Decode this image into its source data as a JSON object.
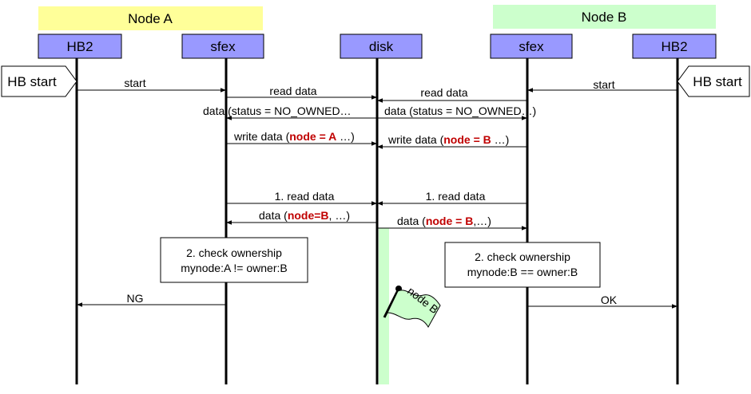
{
  "nodes": {
    "a": {
      "label": "Node A",
      "color": "#ffff99"
    },
    "b": {
      "label": "Node B",
      "color": "#ccffcc"
    }
  },
  "participants": [
    {
      "id": "hb2-a",
      "label": "HB2"
    },
    {
      "id": "sfex-a",
      "label": "sfex"
    },
    {
      "id": "disk",
      "label": "disk"
    },
    {
      "id": "sfex-b",
      "label": "sfex"
    },
    {
      "id": "hb2-b",
      "label": "HB2"
    }
  ],
  "participant_color": "#9999ff",
  "accent_red": "#c00000",
  "lock_bar_color": "#ccffcc",
  "hb_start_left": "HB start",
  "hb_start_right": "HB start",
  "messages": {
    "start_a": "start",
    "start_b": "start",
    "read_a": "read data",
    "read_b": "read data",
    "data_a": "data (status = NO_OWNED…",
    "data_b": "data (status = NO_OWNED…)",
    "write_a_pre": "write data (",
    "write_a_red": "node = A",
    "write_a_post": " …)",
    "write_b_pre": "write data (",
    "write_b_red": "node = B",
    "write_b_post": " …)",
    "read2_a": "1. read data",
    "read2_b": "1. read data",
    "data2_a_pre": "data (",
    "data2_a_red": "node=B",
    "data2_a_post": ", …)",
    "data2_b_pre": "data (",
    "data2_b_red": "node = B",
    "data2_b_post": ",…)",
    "ng": "NG",
    "ok": "OK"
  },
  "checks": {
    "a_line1": "2. check ownership",
    "a_line2": "mynode:A != owner:B",
    "b_line1": "2. check ownership",
    "b_line2": "mynode:B == owner:B"
  },
  "flag_label": "node B"
}
